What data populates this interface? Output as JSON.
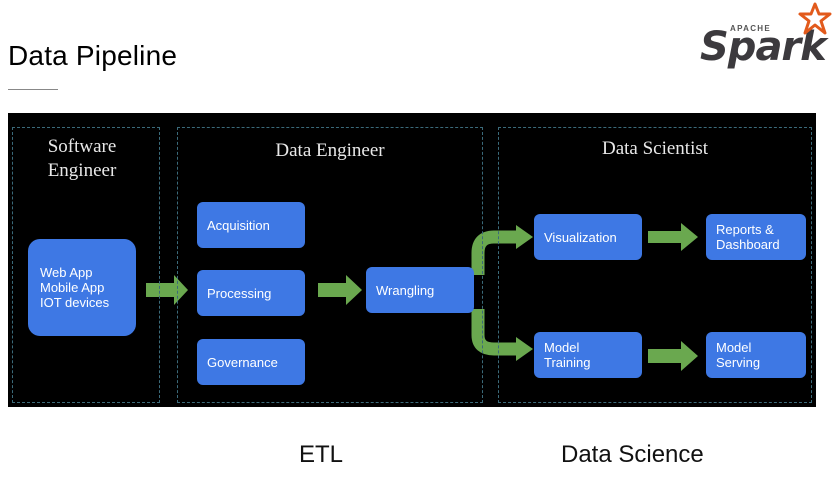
{
  "header": {
    "title": "Data Pipeline",
    "logo": {
      "small_text": "APACHE",
      "word": "Spark",
      "accent_color": "#e25a1c"
    }
  },
  "diagram": {
    "background": "#000000",
    "node_color": "#3e78e4",
    "arrow_color": "#6aa84f",
    "sections": {
      "software_engineer": "Software\nEngineer",
      "data_engineer": "Data Engineer",
      "data_scientist": "Data Scientist"
    },
    "nodes": {
      "source": "Web App\nMobile App\nIOT devices",
      "acquisition": "Acquisition",
      "processing": "Processing",
      "governance": "Governance",
      "wrangling": "Wrangling",
      "visualization": "Visualization",
      "reports": "Reports &\nDashboard",
      "model_training": "Model\nTraining",
      "model_serving": "Model\nServing"
    }
  },
  "captions": {
    "etl": "ETL",
    "data_science": "Data Science"
  }
}
